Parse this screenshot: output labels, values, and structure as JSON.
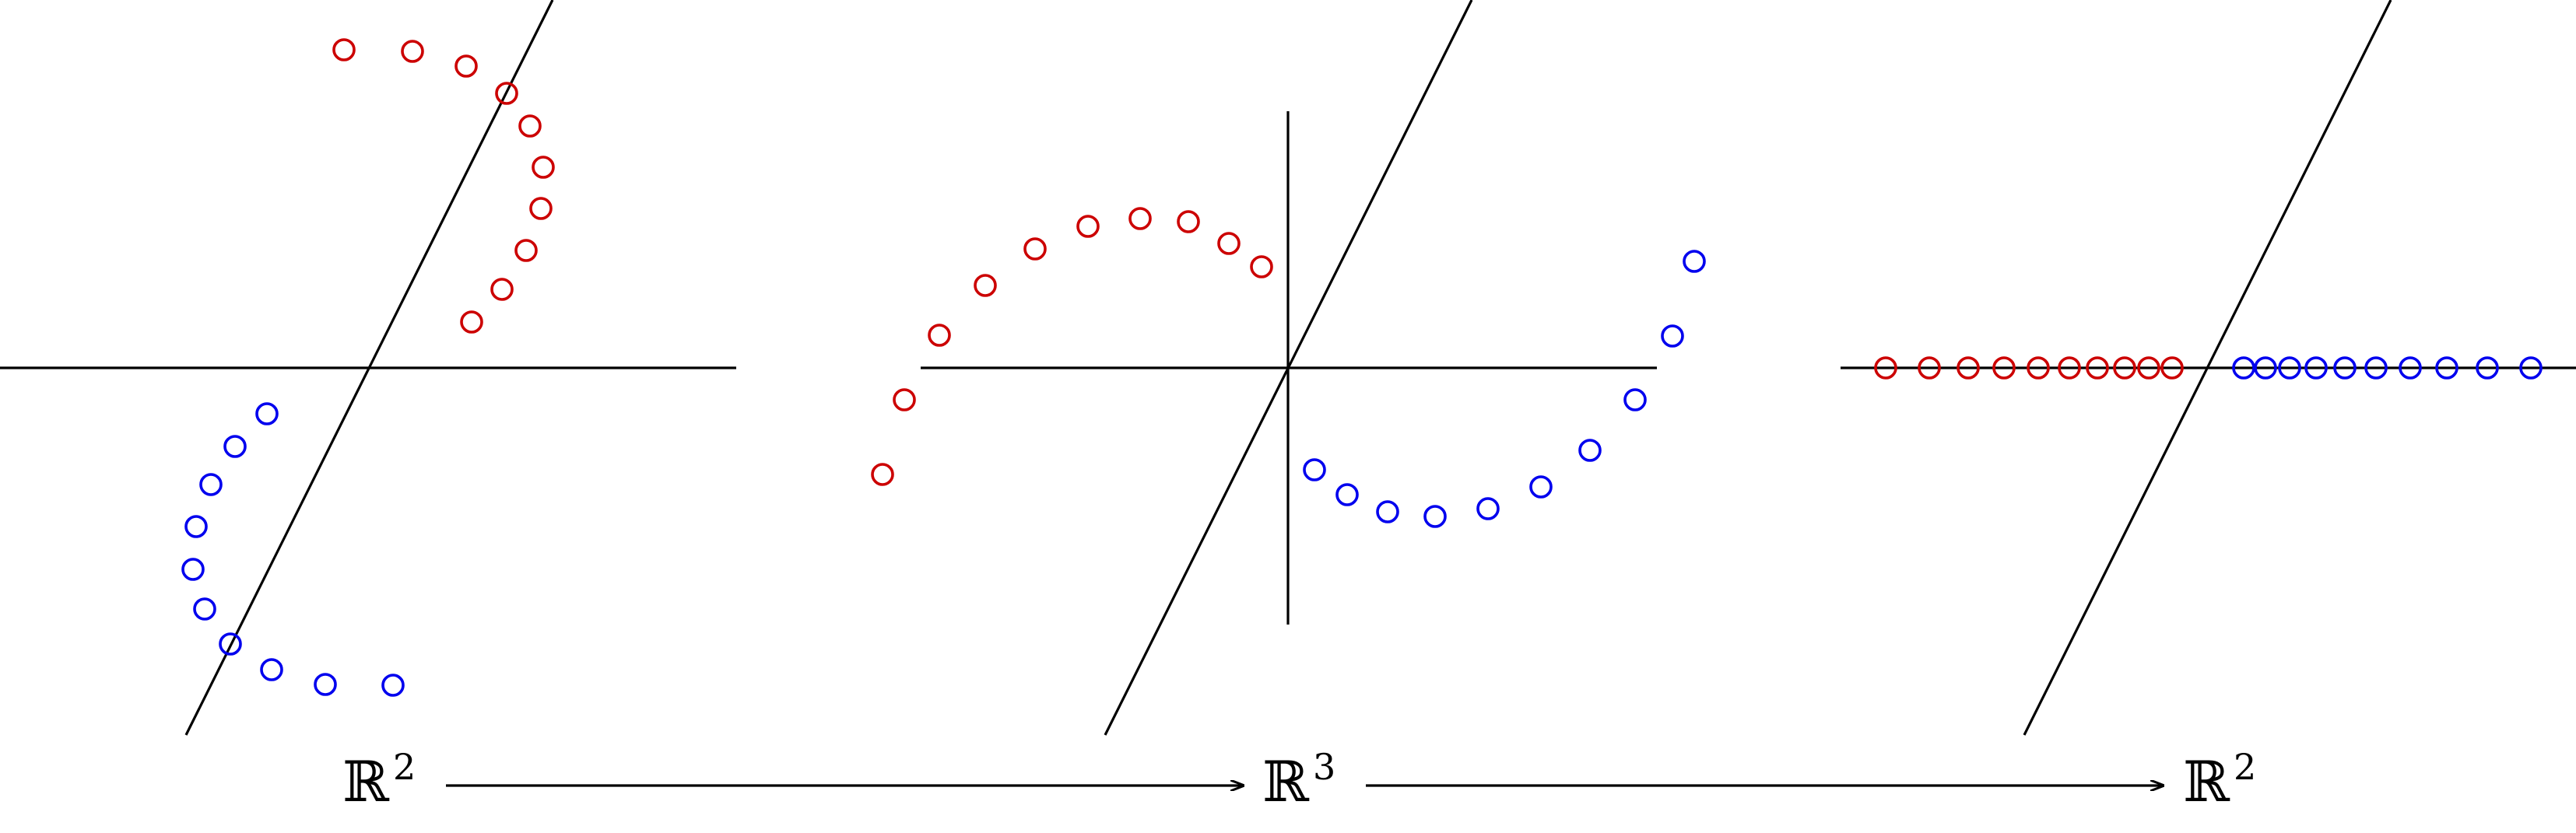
{
  "colors": {
    "class_a": "#cc0000",
    "class_b": "#0000ee",
    "axes": "#000000"
  },
  "labels": {
    "space_1": "ℝ",
    "space_1_exp": "2",
    "space_2": "ℝ",
    "space_2_exp": "3",
    "space_3": "ℝ",
    "space_3_exp": "2"
  },
  "arrows": [
    {
      "from": "ℝ2",
      "to": "ℝ3"
    },
    {
      "from": "ℝ3",
      "to": "ℝ2"
    }
  ]
}
